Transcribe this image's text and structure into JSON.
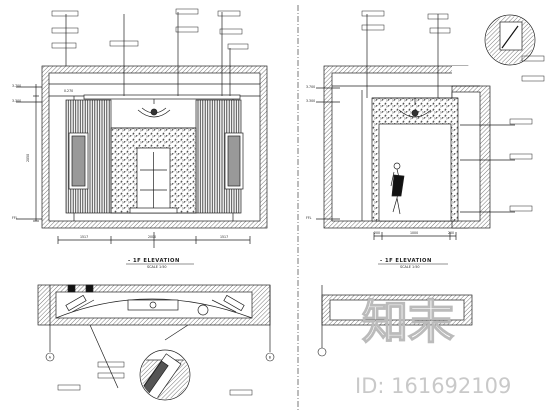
{
  "drawing": {
    "left_elevation": {
      "title": "- 1F ELEVATION",
      "scale": "SCALE 1:50",
      "level_labels": [
        "3.700",
        "3.300",
        "FFL"
      ],
      "dimensions": {
        "bottom": [
          "1517",
          "2000",
          "1517"
        ],
        "left_vertical": "2050",
        "top_small": "0.270"
      }
    },
    "right_elevation": {
      "title": "- 1F ELEVATION",
      "scale": "SCALE 1:50",
      "level_labels": [
        "3.700",
        "3.300",
        "FFL"
      ],
      "dimensions": {
        "bottom_left": "200",
        "bottom_mid": "1000",
        "bottom_right": "200"
      }
    },
    "section_markers": [
      "A",
      "B"
    ]
  },
  "watermark": {
    "logo_text": "知末",
    "id_text": "ID: 161692109"
  },
  "colors": {
    "line": "#222222",
    "wall_hatch": "#444444",
    "watermark": "#c8c8c8"
  }
}
